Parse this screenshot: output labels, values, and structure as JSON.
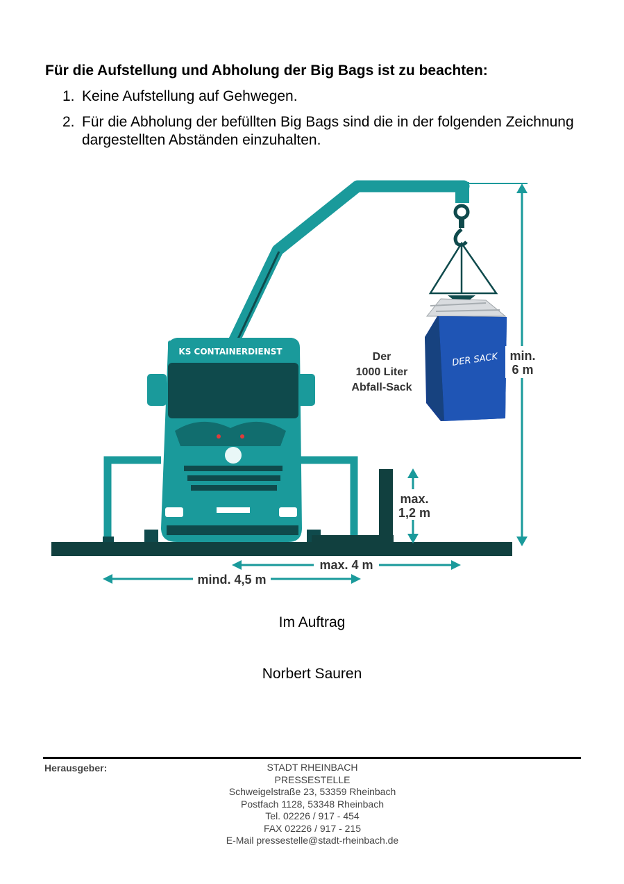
{
  "heading": "Für die Aufstellung und Abholung der Big Bags ist zu beachten:",
  "list": [
    {
      "num": "1.",
      "text": "Keine Aufstellung auf Gehwegen."
    },
    {
      "num": "2.",
      "text": "Für die Abholung der befüllten Big Bags sind die in der folgenden Zeichnung dargestellten Abständen einzuhalten."
    }
  ],
  "diagram": {
    "truck_banner": "KS CONTAINERDIENST",
    "sack_print": "DER SACK",
    "sack_label": [
      "Der",
      "1000 Liter",
      "Abfall-Sack"
    ],
    "height_min": [
      "min.",
      "6 m"
    ],
    "height_max": [
      "max.",
      "1,2 m"
    ],
    "distance_max": "max. 4 m",
    "distance_min": "mind. 4,5 m",
    "colors": {
      "teal": "#1a9a9b",
      "dark_teal": "#0f4a4c",
      "ground": "#11403f",
      "sack_blue": "#1f55b5"
    }
  },
  "signature": {
    "prefix": "Im Auftrag",
    "name": "Norbert Sauren"
  },
  "footer": {
    "label": "Herausgeber:",
    "lines": [
      "STADT RHEINBACH",
      "PRESSESTELLE",
      "Schweigelstraße 23, 53359 Rheinbach",
      "Postfach 1128, 53348 Rheinbach",
      "Tel. 02226 / 917 - 454",
      "FAX 02226 / 917 - 215",
      "E-Mail pressestelle@stadt-rheinbach.de"
    ]
  }
}
